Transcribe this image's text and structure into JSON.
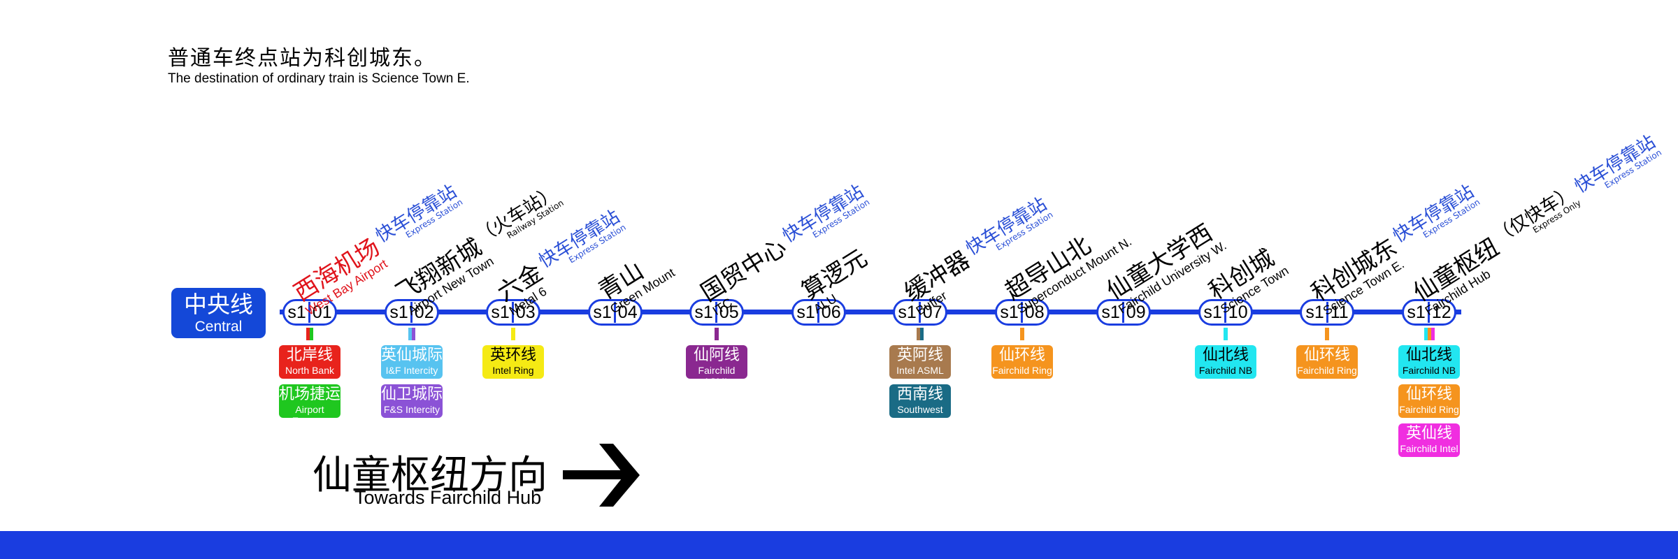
{
  "notice": {
    "zh": "普通车终点站为科创城东。",
    "en": "The destination of ordinary train is Science Town E."
  },
  "line": {
    "zh": "中央线",
    "en": "Central",
    "color": "#1448d8"
  },
  "stations": [
    {
      "code_prefix": "s1",
      "code_num": "01",
      "zh": "西海机场",
      "en": "West Bay Airport",
      "highlight": true,
      "express": true,
      "transfers": [
        {
          "zh": "北岸线",
          "en": "North Bank",
          "color": "#e8231c"
        },
        {
          "zh": "机场捷运",
          "en": "Airport Express",
          "color": "#1fc71f"
        }
      ]
    },
    {
      "code_prefix": "s1",
      "code_num": "02",
      "zh": "飞翔新城",
      "en": "Airport New Town",
      "note_zh": "（火车站）",
      "note_en": "Railway Station",
      "express": false,
      "transfers": [
        {
          "zh": "英仙城际",
          "en": "I&F Intercity",
          "color": "#57c3f0"
        },
        {
          "zh": "仙卫城际",
          "en": "F&S Intercity",
          "color": "#8b52d6"
        }
      ]
    },
    {
      "code_prefix": "s1",
      "code_num": "03",
      "zh": "六金",
      "en": "Metal 6",
      "express": true,
      "transfers": [
        {
          "zh": "英环线",
          "en": "Intel Ring",
          "color": "#f5ea14",
          "dark": true
        }
      ]
    },
    {
      "code_prefix": "s1",
      "code_num": "04",
      "zh": "青山",
      "en": "Green Mount",
      "express": false,
      "transfers": []
    },
    {
      "code_prefix": "s1",
      "code_num": "05",
      "zh": "国贸中心",
      "en": "ITC",
      "express": true,
      "transfers": [
        {
          "zh": "仙阿线",
          "en": "Fairchild ASML",
          "color": "#8a2890"
        }
      ]
    },
    {
      "code_prefix": "s1",
      "code_num": "06",
      "zh": "算逻元",
      "en": "ALU",
      "express": false,
      "transfers": []
    },
    {
      "code_prefix": "s1",
      "code_num": "07",
      "zh": "缓冲器",
      "en": "Buffer",
      "express": true,
      "transfers": [
        {
          "zh": "英阿线",
          "en": "Intel ASML",
          "color": "#a87a4e"
        },
        {
          "zh": "西南线",
          "en": "Southwest",
          "color": "#1a6b85"
        }
      ]
    },
    {
      "code_prefix": "s1",
      "code_num": "08",
      "zh": "超导山北",
      "en": "Superconduct Mount N.",
      "express": false,
      "transfers": [
        {
          "zh": "仙环线",
          "en": "Fairchild Ring",
          "color": "#f5941e"
        }
      ]
    },
    {
      "code_prefix": "s1",
      "code_num": "09",
      "zh": "仙童大学西",
      "en": "Fairchild University W.",
      "express": false,
      "transfers": []
    },
    {
      "code_prefix": "s1",
      "code_num": "10",
      "zh": "科创城",
      "en": "Science Town",
      "express": false,
      "transfers": [
        {
          "zh": "仙北线",
          "en": "Fairchild NB",
          "color": "#22e6f0",
          "dark": true
        }
      ]
    },
    {
      "code_prefix": "s1",
      "code_num": "11",
      "zh": "科创城东",
      "en": "Science Town E.",
      "express": true,
      "transfers": [
        {
          "zh": "仙环线",
          "en": "Fairchild Ring",
          "color": "#f5941e"
        }
      ]
    },
    {
      "code_prefix": "s1",
      "code_num": "12",
      "zh": "仙童枢纽",
      "en": "Fairchild Hub",
      "note_zh": "（仅快车）",
      "note_en": "Express Only",
      "express": true,
      "transfers": [
        {
          "zh": "仙北线",
          "en": "Fairchild NB",
          "color": "#22e6f0",
          "dark": true
        },
        {
          "zh": "仙环线",
          "en": "Fairchild Ring",
          "color": "#f5941e"
        },
        {
          "zh": "英仙线",
          "en": "Fairchild Intel",
          "color": "#f02ee0"
        }
      ]
    }
  ],
  "express": {
    "zh": "快车停靠站",
    "en": "Express Station",
    "color": "#2a4fd6"
  },
  "direction": {
    "zh": "仙童枢纽方向",
    "en": "Towards Fairchild Hub"
  },
  "colors": {
    "line": "#1a3de0",
    "highlight_station": "#e0131b"
  }
}
